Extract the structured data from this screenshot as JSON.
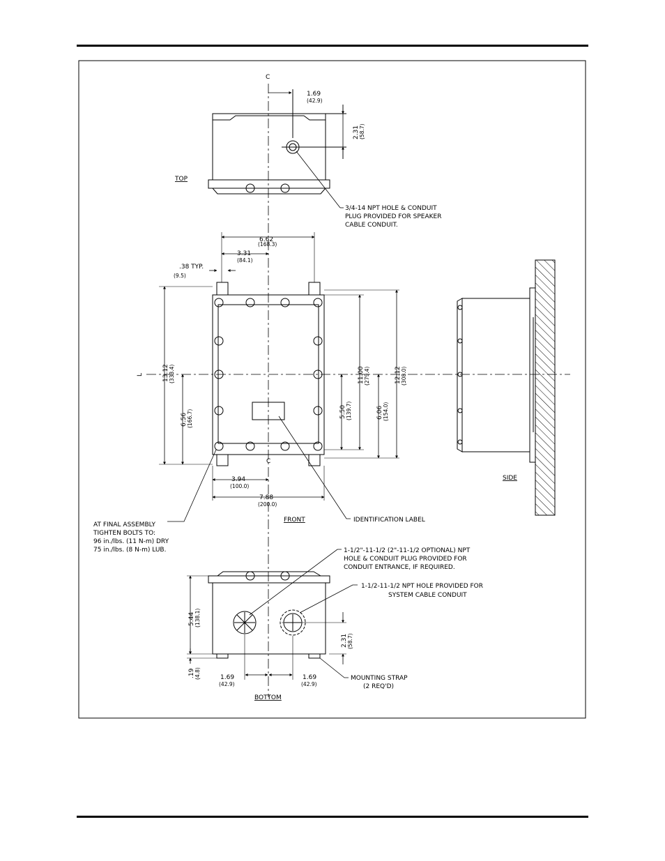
{
  "views": {
    "top": "TOP",
    "front": "FRONT",
    "side": "SIDE",
    "bottom": "BOTTOM"
  },
  "centerline": "C",
  "centerline_l": "L",
  "dims": {
    "top_offset": "1.69",
    "top_offset_mm": "(42.9)",
    "top_height": "2.31",
    "top_height_mm": "(58.7)",
    "width_mtg": "6.62",
    "width_mtg_mm": "(168.3)",
    "half_mtg": "3.31",
    "half_mtg_mm": "(84.1)",
    "slot": ".38 TYP.",
    "slot_mm": "(9.5)",
    "height_total": "13.12",
    "height_total_mm": "(333.4)",
    "height_half": "6.56",
    "height_half_mm": "(166.7)",
    "body_h": "11.00",
    "body_h_mm": "(279.4)",
    "body_half": "5.50",
    "body_half_mm": "(139.7)",
    "mtg_h": "12.12",
    "mtg_h_mm": "(308.0)",
    "mtg_half": "6.06",
    "mtg_half_mm": "(154.0)",
    "half_w": "3.94",
    "half_w_mm": "(100.0)",
    "full_w": "7.88",
    "full_w_mm": "(200.0)",
    "depth": "5.44",
    "depth_mm": "(138.1)",
    "bot_h": "2.31",
    "bot_h_mm": "(58.7)",
    "strap": ".19",
    "strap_mm": "(4.8)",
    "bot_l": "1.69",
    "bot_l_mm": "(42.9)",
    "bot_r": "1.69",
    "bot_r_mm": "(42.9)"
  },
  "notes": {
    "npt_top": [
      "3/4-14 NPT HOLE & CONDUIT",
      "PLUG PROVIDED FOR SPEAKER",
      "CABLE CONDUIT."
    ],
    "assembly": [
      "AT FINAL ASSEMBLY",
      "TIGHTEN BOLTS TO:",
      "96 in./lbs. (11 N-m) DRY",
      "75 in./lbs. (8 N-m) LUB."
    ],
    "ident": "IDENTIFICATION LABEL",
    "npt_opt": [
      "1-1/2\"-11-1/2 (2\"-11-1/2 OPTIONAL) NPT",
      "HOLE & CONDUIT PLUG PROVIDED FOR",
      "CONDUIT ENTRANCE, IF REQUIRED."
    ],
    "npt_sys": [
      "1-1/2-11-1/2 NPT HOLE PROVIDED FOR",
      "SYSTEM CABLE CONDUIT"
    ],
    "strap": [
      "MOUNTING STRAP",
      "(2 REQ'D)"
    ]
  }
}
